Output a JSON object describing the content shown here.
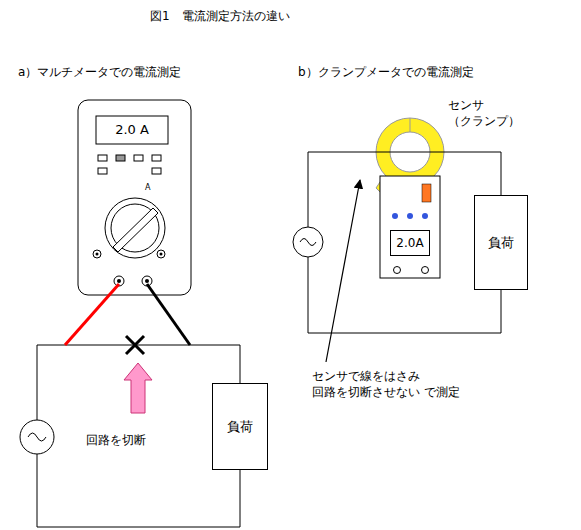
{
  "diagram": {
    "title": "図1　電流測定方法の違い",
    "nodes": [
      {
        "text": [
          "2.0 A"
        ]
      },
      {
        "text": [
          "負荷"
        ]
      },
      {
        "text": [
          "2.0A"
        ]
      },
      {
        "text": [
          "負荷"
        ]
      }
    ],
    "labels": [
      "a）マルチメータでの電流測定",
      "b）クランプメータでの電流測定",
      "A",
      "回路を切断",
      "センサ （クランプ）",
      "センサで線をはさみ 回路を切断させない で測定"
    ]
  }
}
